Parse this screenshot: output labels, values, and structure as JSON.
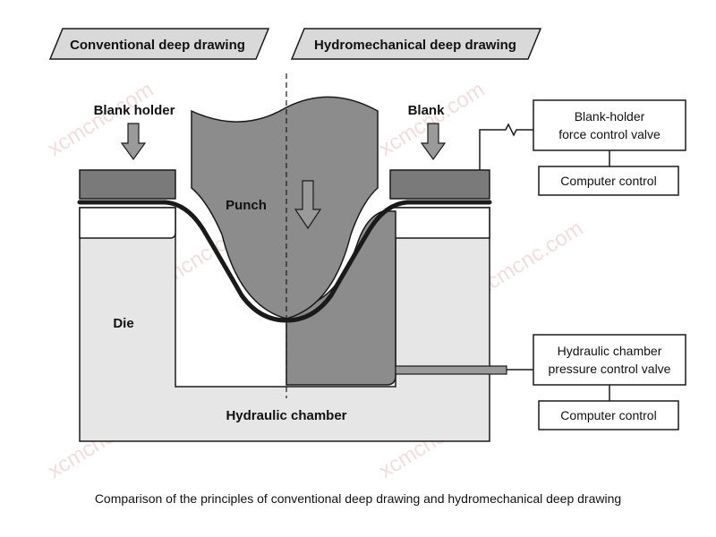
{
  "headers": {
    "left": "Conventional deep drawing",
    "right": "Hydromechanical deep drawing"
  },
  "labels": {
    "blank_holder": "Blank holder",
    "blank": "Blank",
    "punch": "Punch",
    "die": "Die",
    "hydraulic_chamber": "Hydraulic chamber"
  },
  "boxes": {
    "blank_holder_valve_line1": "Blank-holder",
    "blank_holder_valve_line2": "force control valve",
    "computer_control_top": "Computer control",
    "chamber_valve_line1": "Hydraulic chamber",
    "chamber_valve_line2": "pressure control valve",
    "computer_control_bottom": "Computer control"
  },
  "watermark": "xcmcnc.com",
  "caption": "Comparison of the principles of conventional deep drawing and hydromechanical deep drawing",
  "colors": {
    "header_fill": "#d9d9d9",
    "die_fill": "#e6e6e6",
    "punch_fill": "#8c8c8c",
    "holder_fill": "#7a7a7a",
    "outline": "#1a1a1a",
    "blank": "#1a1a1a"
  }
}
